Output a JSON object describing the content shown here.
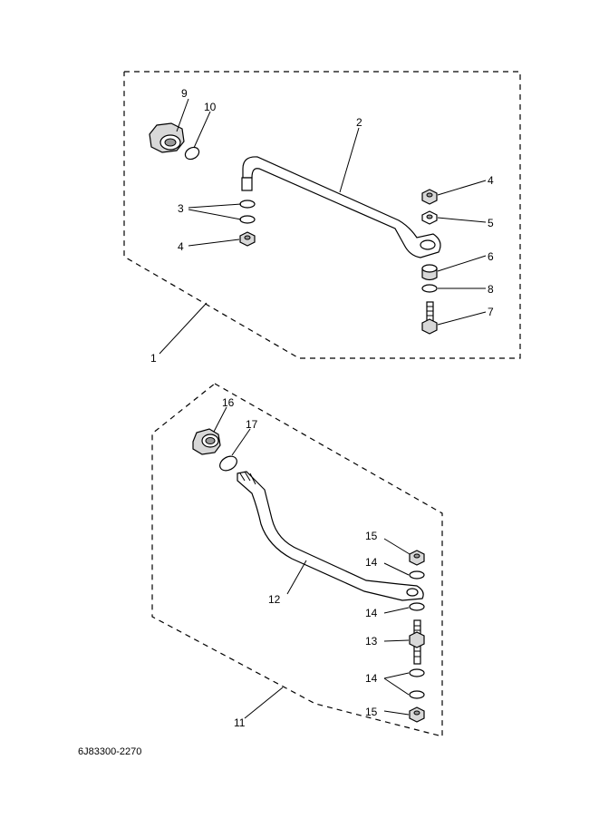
{
  "diagram_code": "6J83300-2270",
  "callouts": {
    "c1": "1",
    "c2": "2",
    "c3": "3",
    "c4a": "4",
    "c4b": "4",
    "c5": "5",
    "c6": "6",
    "c7": "7",
    "c8": "8",
    "c9": "9",
    "c10": "10",
    "c11": "11",
    "c12": "12",
    "c13": "13",
    "c14a": "14",
    "c14b": "14",
    "c14c": "14",
    "c15a": "15",
    "c15b": "15",
    "c16": "16",
    "c17": "17"
  }
}
